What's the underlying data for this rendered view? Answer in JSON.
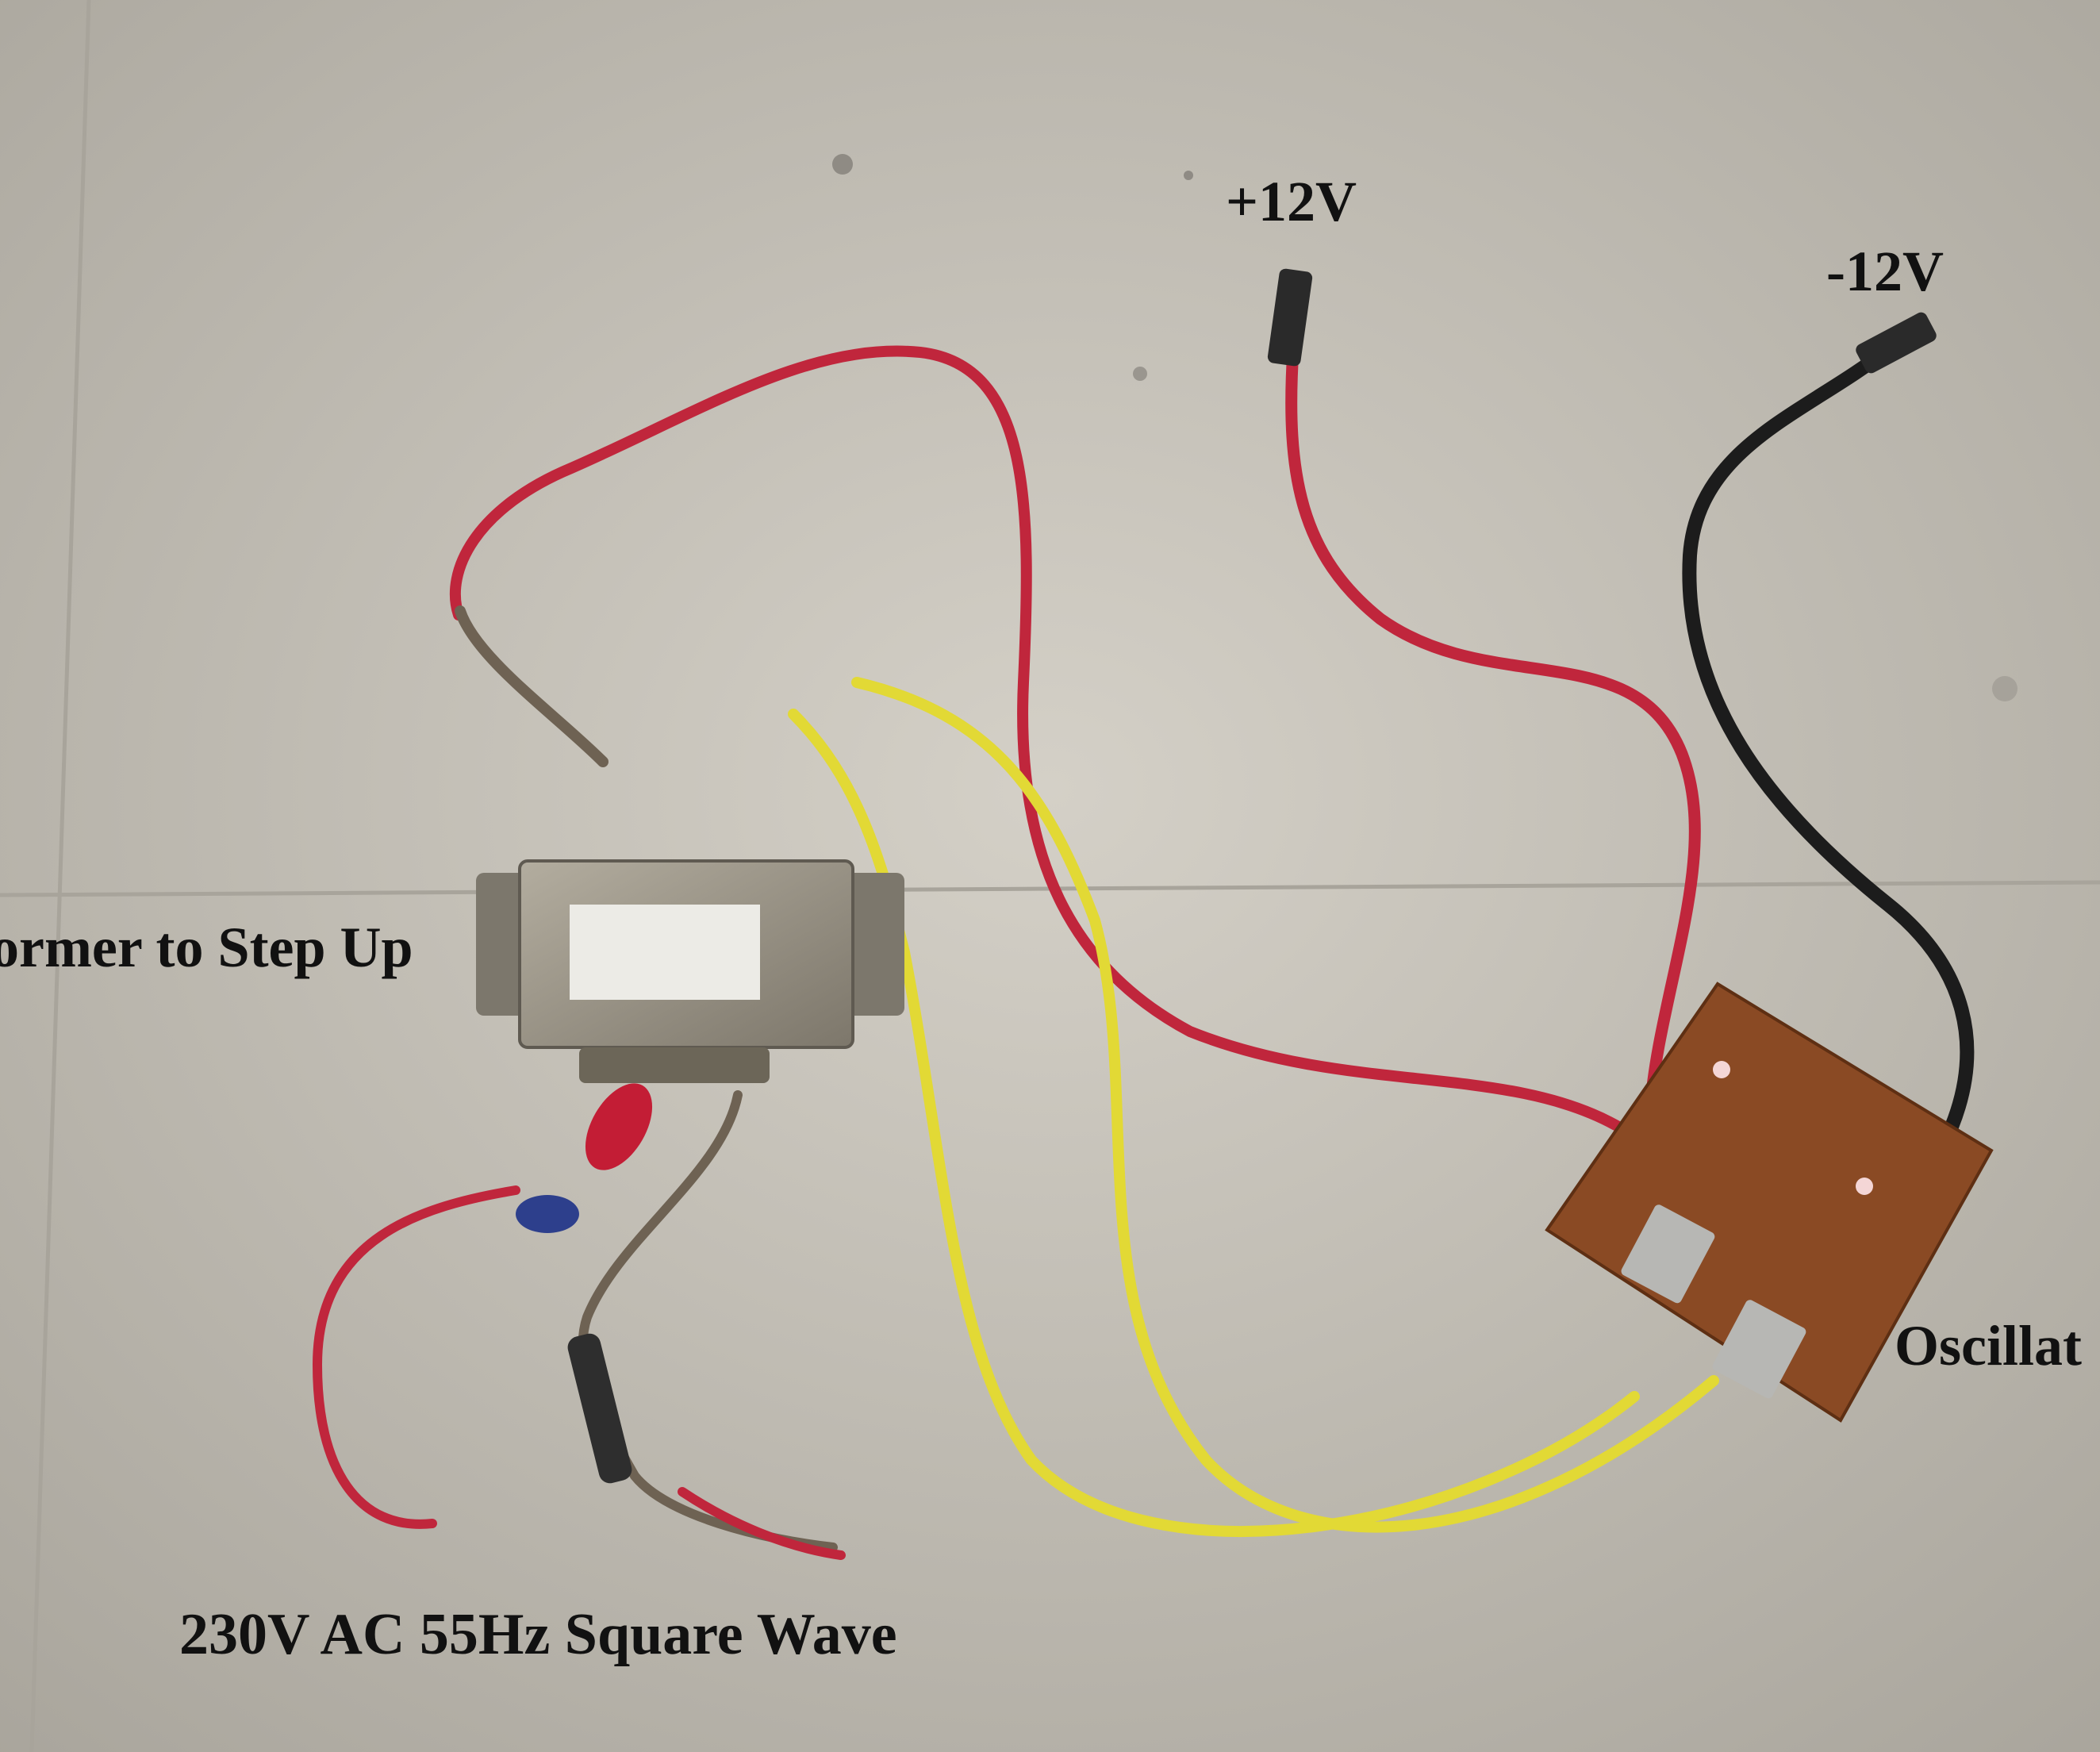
{
  "photo": {
    "labels": {
      "plus_12v": "+12V",
      "minus_12v": "-12V",
      "transformer": "ormer to Step Up",
      "oscillator": "Oscillat",
      "output": "230V AC 55Hz Square Wave"
    },
    "colors": {
      "floor": "#c8c4bb",
      "wire_red": "#c0263c",
      "wire_yellow": "#e2d935",
      "wire_black": "#1c1c1c",
      "wire_brown": "#6e6253",
      "pcb": "#8a4a24",
      "transformer_body": "#9c968a",
      "label_text": "#111111"
    }
  }
}
